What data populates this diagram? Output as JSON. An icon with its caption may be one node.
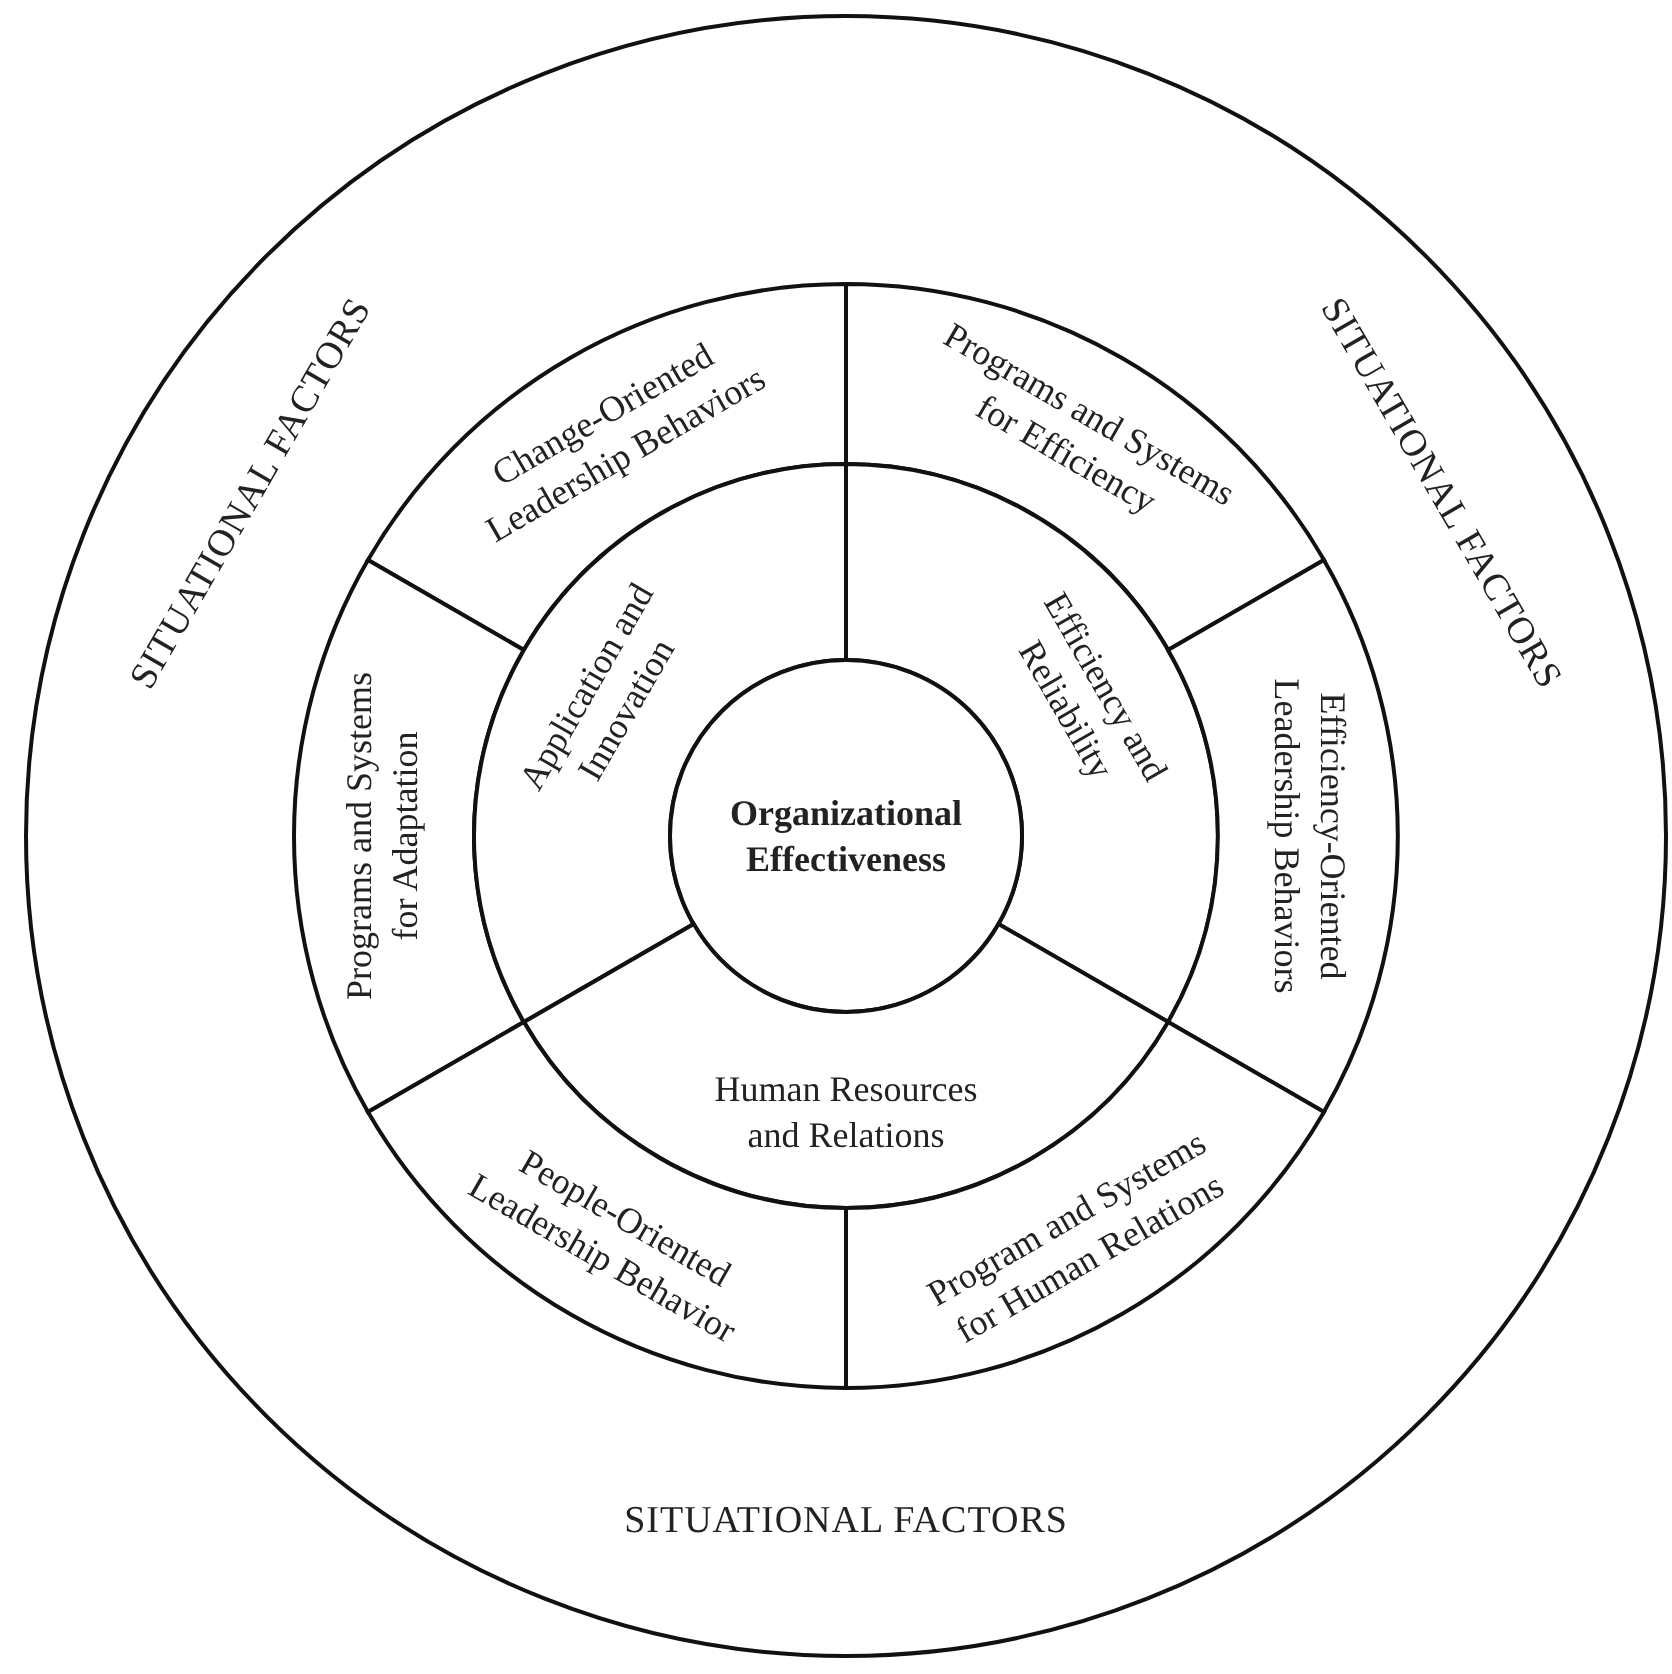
{
  "diagram": {
    "nodes": [
      {
        "text": [
          "SITUATIONAL FACTORS",
          "SITUATIONAL FACTORS",
          "SITUATIONAL FACTORS"
        ]
      },
      {
        "text": [
          "Change-Oriented Leadership Behaviors"
        ],
        "in": 0
      },
      {
        "text": [
          "Programs and Systems for Efficiency"
        ],
        "in": 0
      },
      {
        "text": [
          "Programs and Systems for Adaptation"
        ],
        "in": 0
      },
      {
        "text": [
          "Application and Innovation"
        ],
        "in": 0
      },
      {
        "text": [
          "Efficiency and Reliability"
        ],
        "in": 0
      },
      {
        "text": [
          "Efficiency-Oriented Leadership Behaviors"
        ],
        "in": 0
      },
      {
        "text": [
          "Organizational Effectiveness"
        ],
        "in": 0
      },
      {
        "text": [
          "Human Resources and Relations"
        ],
        "in": 0
      },
      {
        "text": [
          "People-Oriented Leadership Behavior"
        ],
        "in": 0
      },
      {
        "text": [
          "Program and Systems for Human Relations"
        ],
        "in": 0
      }
    ]
  }
}
